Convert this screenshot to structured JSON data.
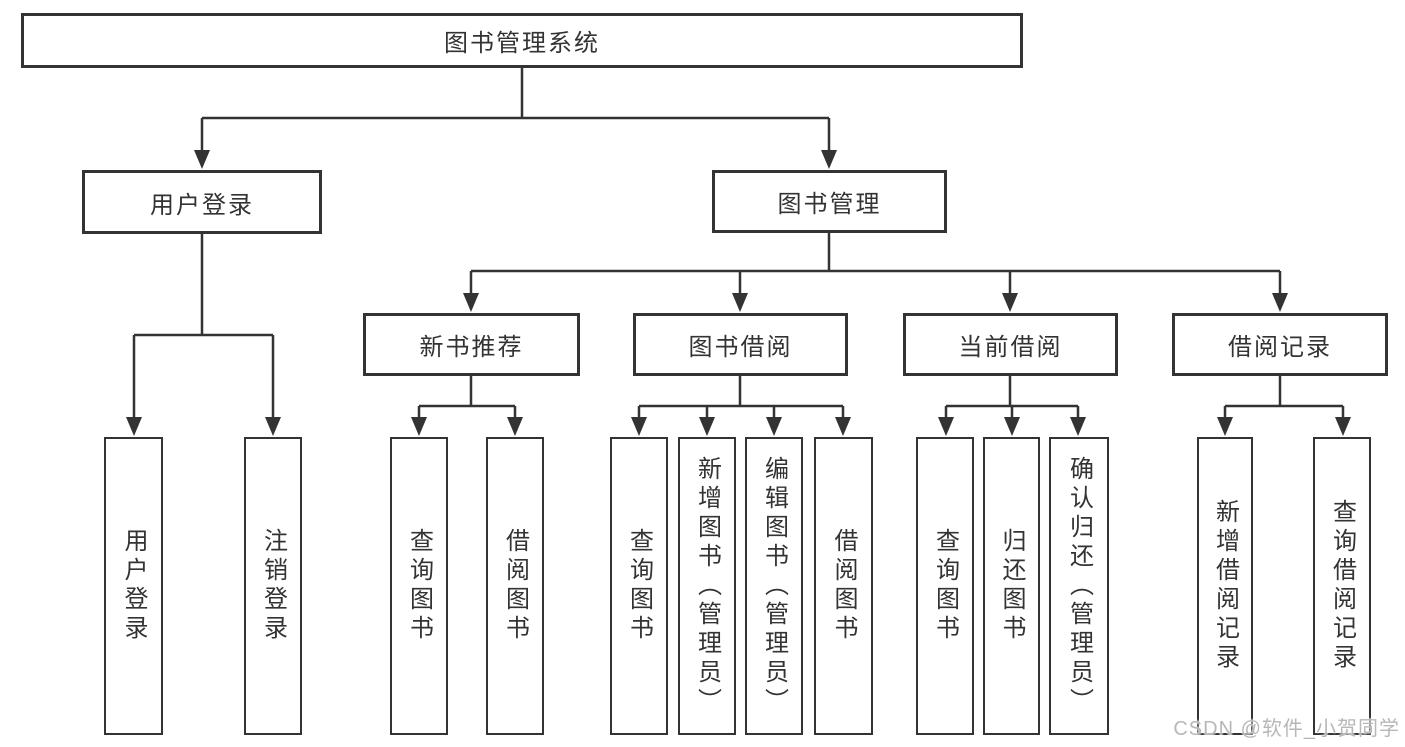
{
  "diagram_title": "图书管理系统",
  "tree": {
    "label": "图书管理系统",
    "children": [
      {
        "label": "用户登录",
        "children": [
          {
            "label": "用户登录"
          },
          {
            "label": "注销登录"
          }
        ]
      },
      {
        "label": "图书管理",
        "children": [
          {
            "label": "新书推荐",
            "children": [
              {
                "label": "查询图书"
              },
              {
                "label": "借阅图书"
              }
            ]
          },
          {
            "label": "图书借阅",
            "children": [
              {
                "label": "查询图书"
              },
              {
                "label": "新增图书（管理员）"
              },
              {
                "label": "编辑图书（管理员）"
              },
              {
                "label": "借阅图书"
              }
            ]
          },
          {
            "label": "当前借阅",
            "children": [
              {
                "label": "查询图书"
              },
              {
                "label": "归还图书"
              },
              {
                "label": "确认归还（管理员）"
              }
            ]
          },
          {
            "label": "借阅记录",
            "children": [
              {
                "label": "新增借阅记录"
              },
              {
                "label": "查询借阅记录"
              }
            ]
          }
        ]
      }
    ]
  },
  "watermark": "CSDN @软件_小贺同学",
  "colors": {
    "line": "#333333",
    "text": "#333333",
    "box_background": "#ffffff",
    "page_background": "#ffffff",
    "watermark": "#b7b7b7"
  }
}
